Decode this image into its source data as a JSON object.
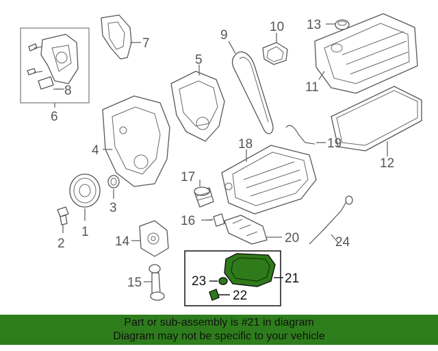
{
  "callouts": {
    "c1": "1",
    "c2": "2",
    "c3": "3",
    "c4": "4",
    "c5": "5",
    "c6": "6",
    "c7": "7",
    "c8": "8",
    "c9": "9",
    "c10": "10",
    "c11": "11",
    "c12": "12",
    "c13": "13",
    "c14": "14",
    "c15": "15",
    "c16": "16",
    "c17": "17",
    "c18": "18",
    "c19": "19",
    "c20": "20",
    "c21": "21",
    "c22": "22",
    "c23": "23",
    "c24": "24"
  },
  "banner": {
    "line1": "Part or sub-assembly is #21 in diagram",
    "line2": "Diagram may not be specific to your vehicle"
  },
  "colors": {
    "banner_bg": "#2e7d1c",
    "highlight_part": "#2f7a1a",
    "line_art": "#555555"
  }
}
